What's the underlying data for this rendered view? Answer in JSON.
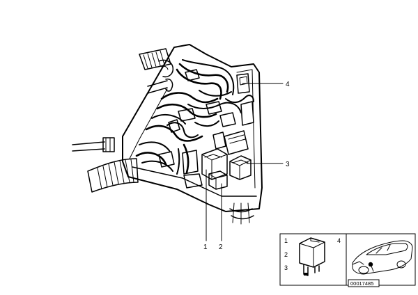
{
  "callouts": {
    "c1": "1",
    "c2": "2",
    "c3": "3",
    "c4": "4"
  },
  "legend": {
    "n1": "1",
    "n2": "2",
    "n3": "3",
    "n4": "4"
  },
  "diagram_code": "00017485",
  "colors": {
    "line": "#000000",
    "background": "#ffffff"
  },
  "icons": [
    "fuse-box-assembly",
    "relay-component",
    "car-location"
  ]
}
